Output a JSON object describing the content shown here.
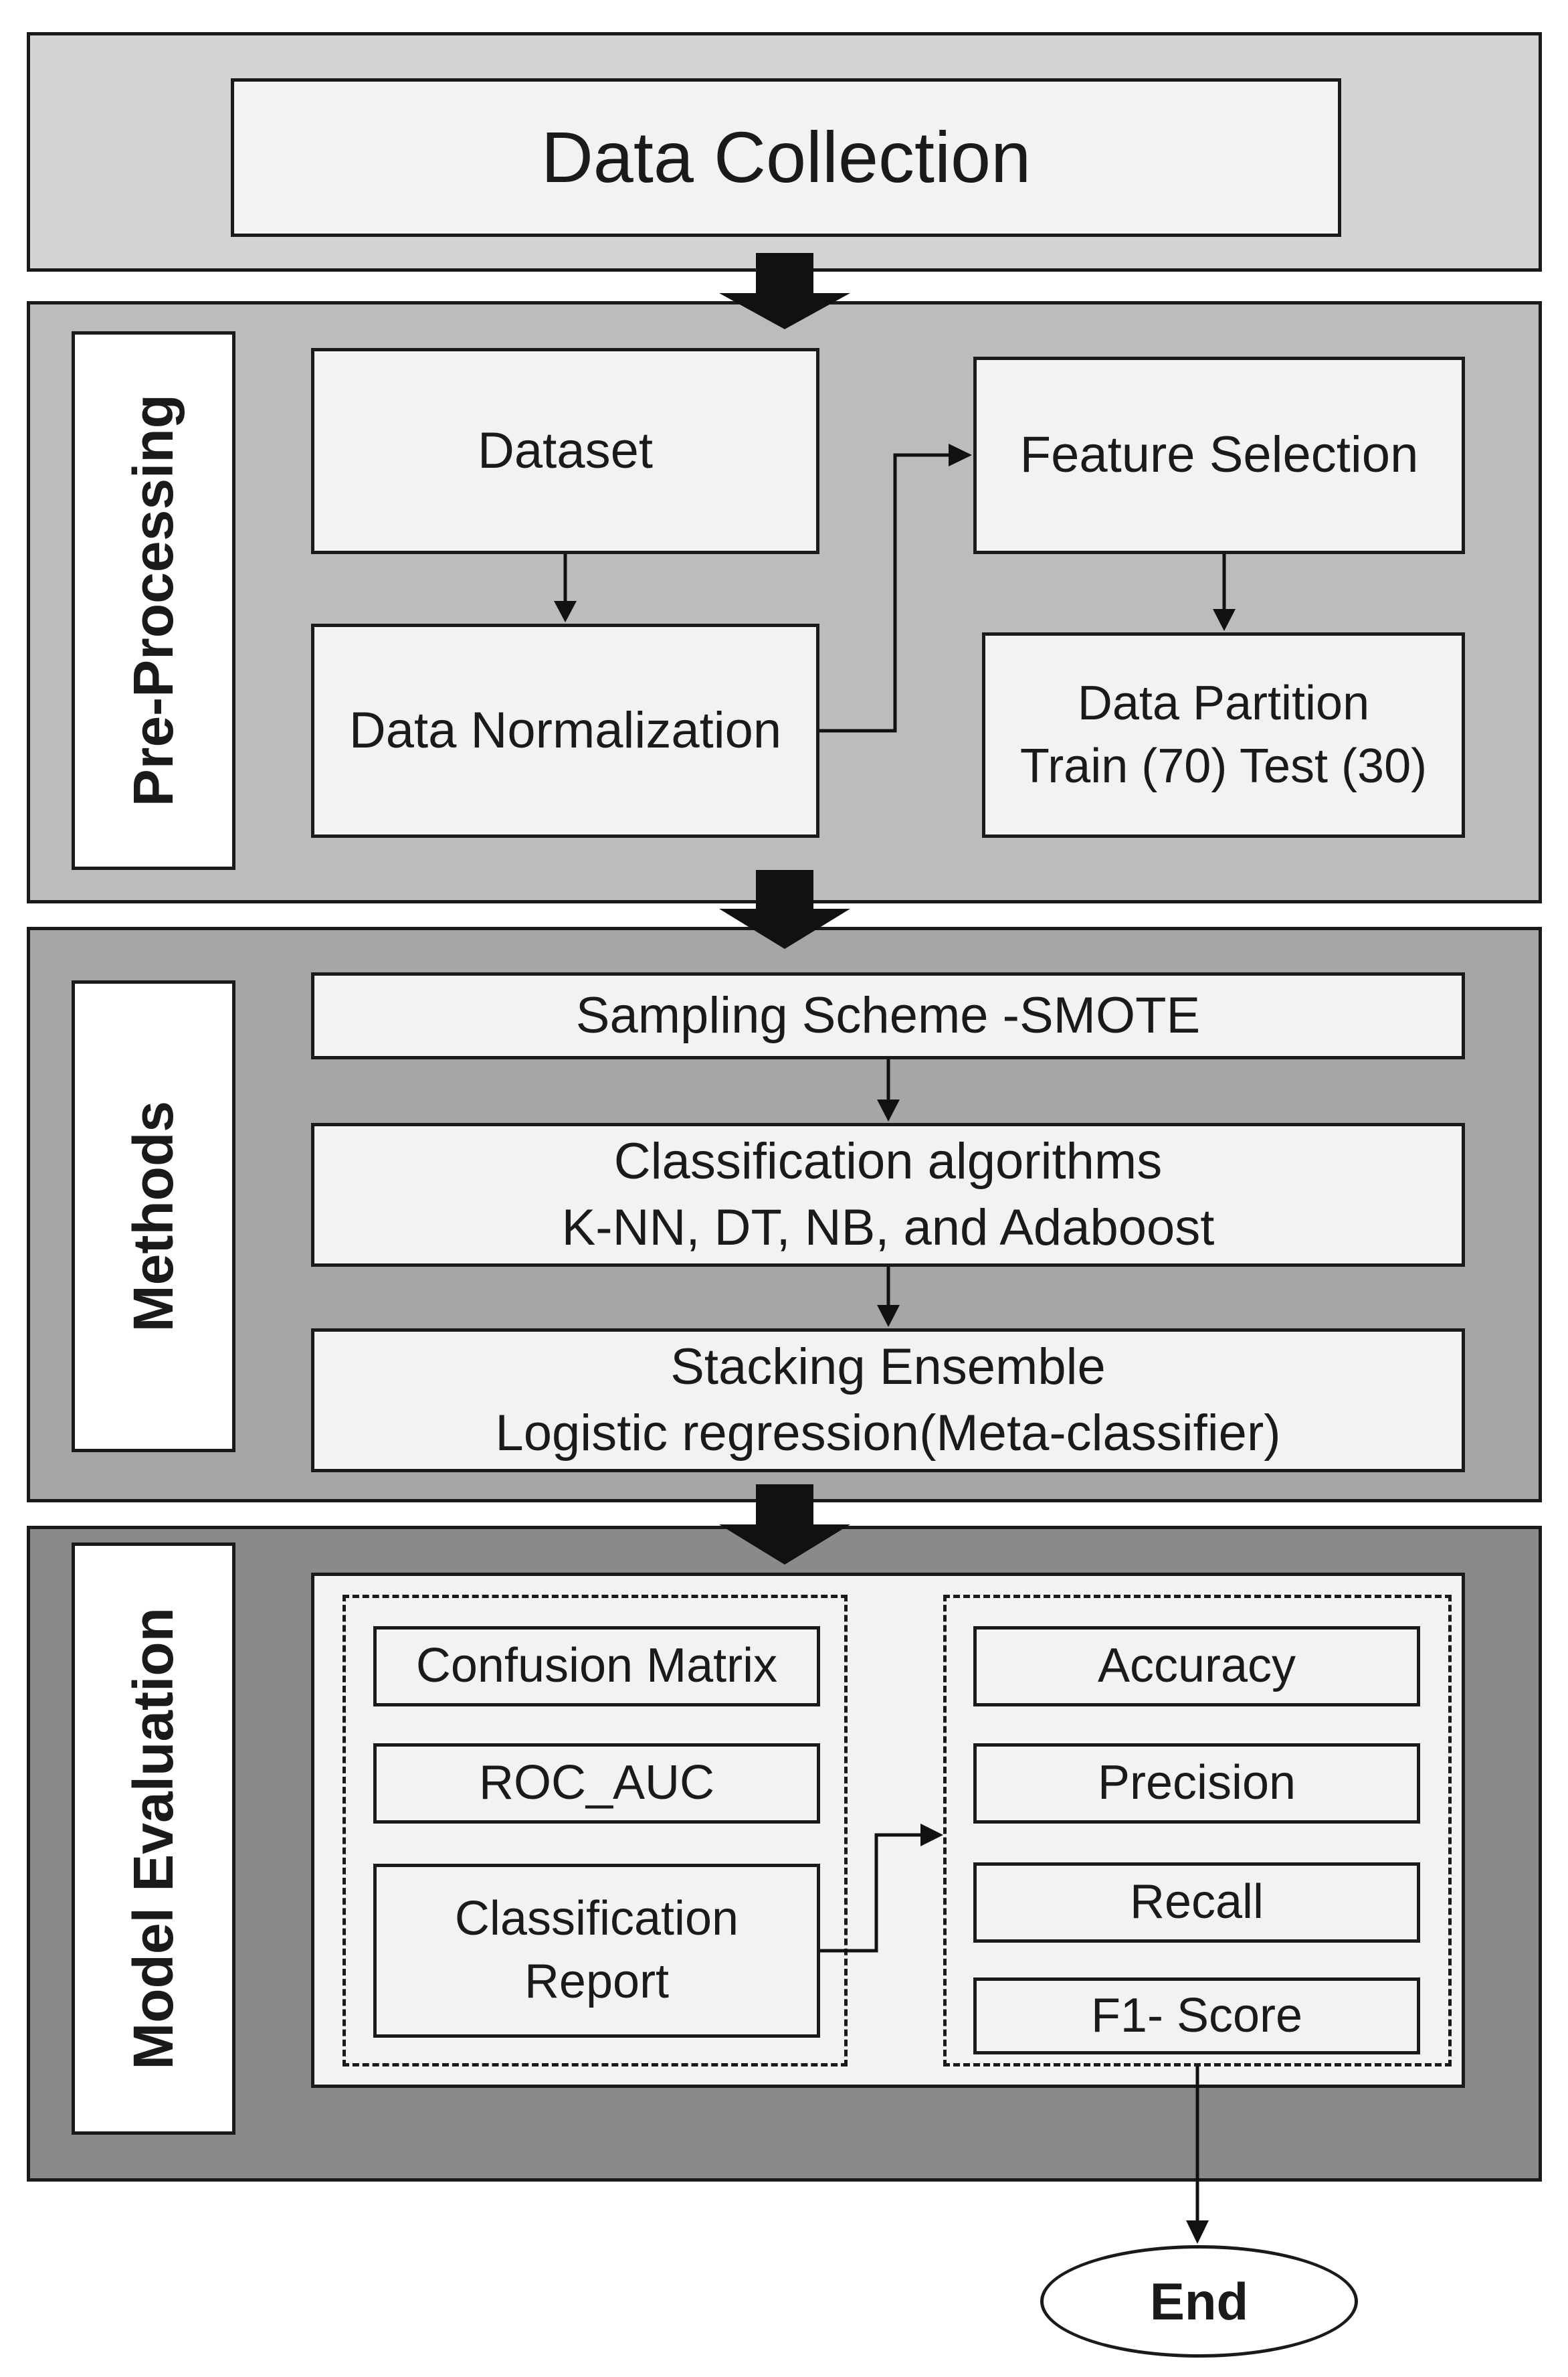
{
  "data_collection": {
    "label": "Data Collection"
  },
  "preprocessing": {
    "title": "Pre-Processing",
    "dataset": "Dataset",
    "normalization": "Data Normalization",
    "feature_selection": "Feature Selection",
    "partition_line1": "Data Partition",
    "partition_line2": "Train (70) Test (30)"
  },
  "methods": {
    "title": "Methods",
    "sampling": "Sampling Scheme -SMOTE",
    "classification_line1": "Classification algorithms",
    "classification_line2": "K-NN, DT, NB, and Adaboost",
    "stacking_line1": "Stacking Ensemble",
    "stacking_line2": "Logistic regression(Meta-classifier)"
  },
  "evaluation": {
    "title": "Model Evaluation",
    "confusion_matrix": "Confusion Matrix",
    "roc_auc": "ROC_AUC",
    "report_line1": "Classification",
    "report_line2": "Report",
    "accuracy": "Accuracy",
    "precision": "Precision",
    "recall": "Recall",
    "f1": "F1- Score"
  },
  "end": {
    "label": "End"
  },
  "colors": {
    "section_collection": "#d4d4d4",
    "section_preprocessing": "#bcbcbc",
    "section_methods": "#a6a6a6",
    "section_evaluation": "#8a8a8a",
    "box_fill": "#f2f2f2",
    "stroke": "#1a1a1a"
  }
}
